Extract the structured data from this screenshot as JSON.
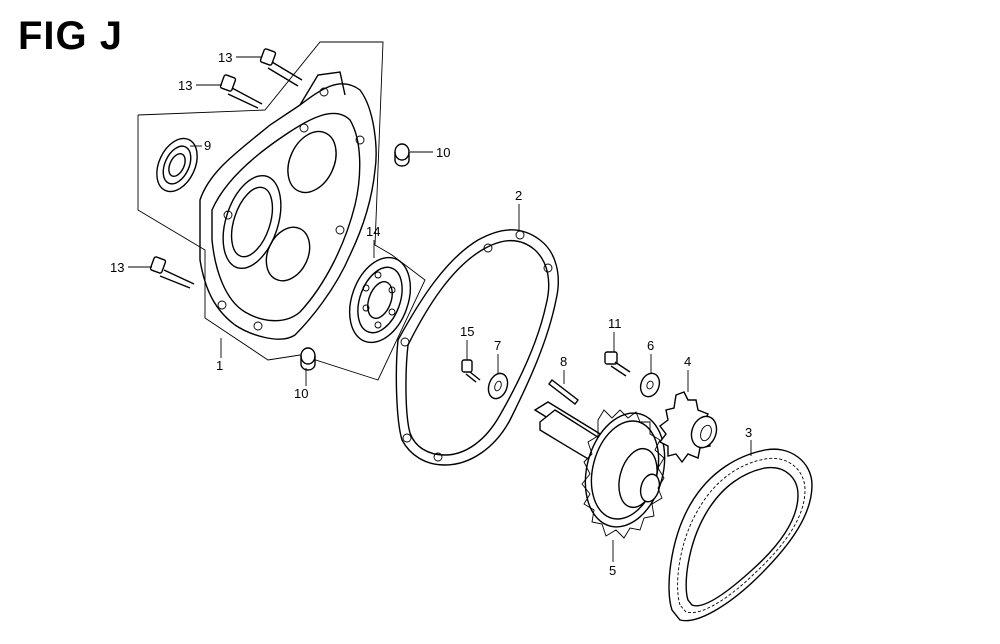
{
  "figure": {
    "title": "FIG J"
  },
  "callouts": {
    "c1": "1",
    "c2": "2",
    "c3": "3",
    "c4": "4",
    "c5": "5",
    "c6": "6",
    "c7": "7",
    "c8": "8",
    "c9": "9",
    "c10a": "10",
    "c10b": "10",
    "c11": "11",
    "c13a": "13",
    "c13b": "13",
    "c13c": "13",
    "c14": "14",
    "c15": "15"
  },
  "colors": {
    "line": "#000000",
    "background": "#ffffff"
  }
}
